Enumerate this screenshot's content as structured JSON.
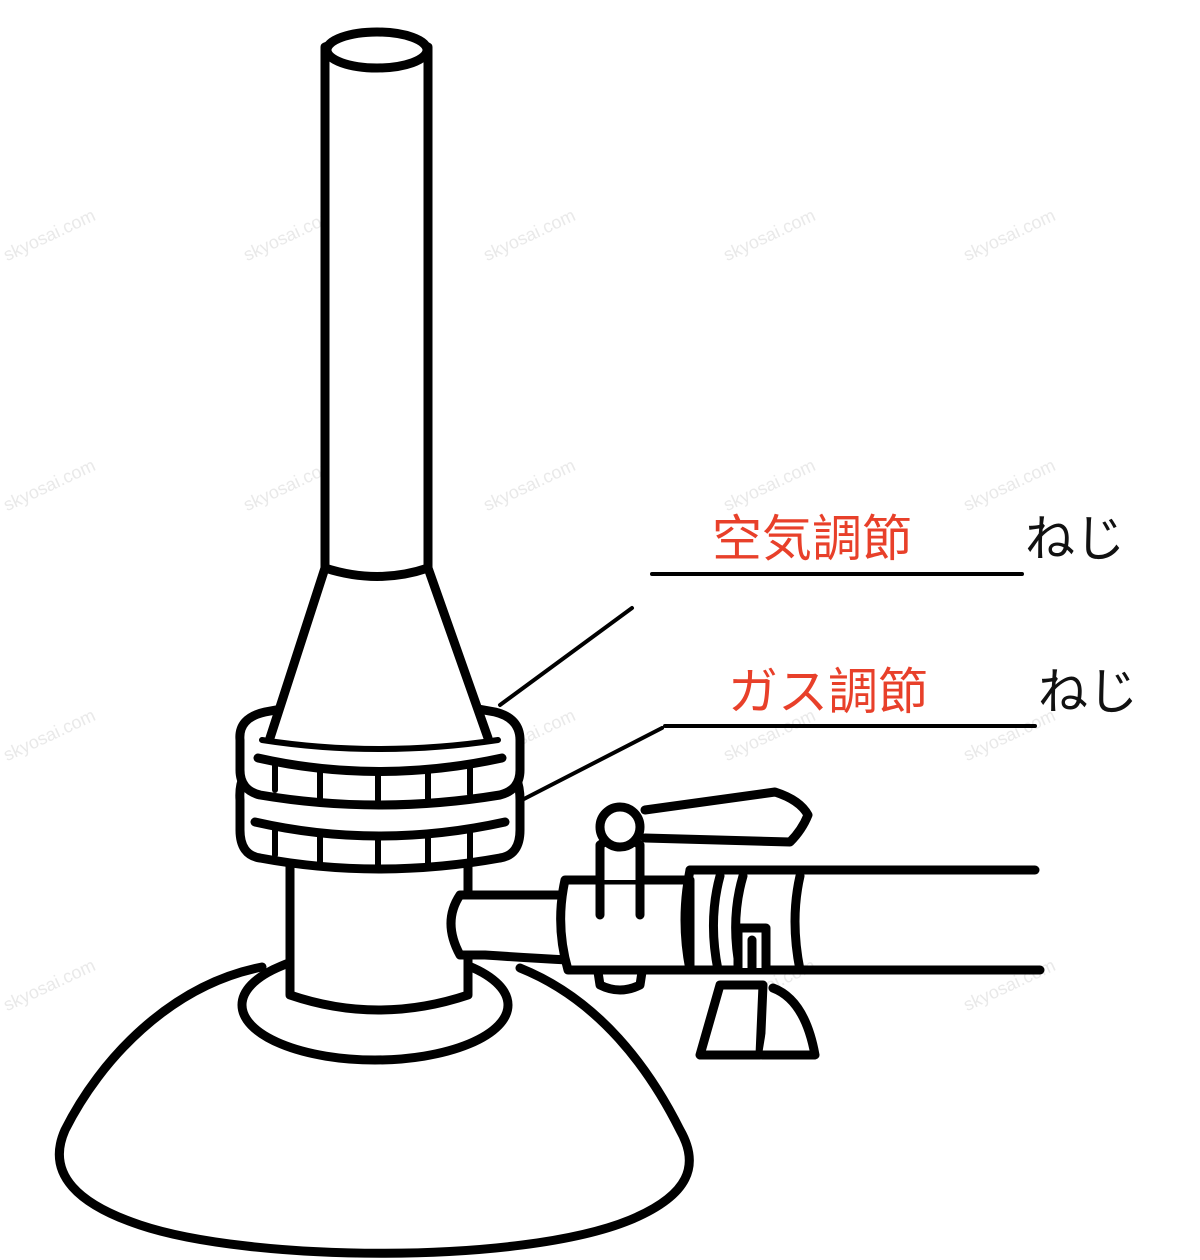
{
  "diagram": {
    "subject": "Bunsen burner",
    "labels": [
      {
        "id": "air",
        "answer": "空気調節",
        "suffix": "ねじ",
        "answer_color": "#e8402a"
      },
      {
        "id": "gas",
        "answer": "ガス調節",
        "suffix": "ねじ",
        "answer_color": "#e8402a"
      }
    ],
    "watermark": "skyosai.com"
  }
}
